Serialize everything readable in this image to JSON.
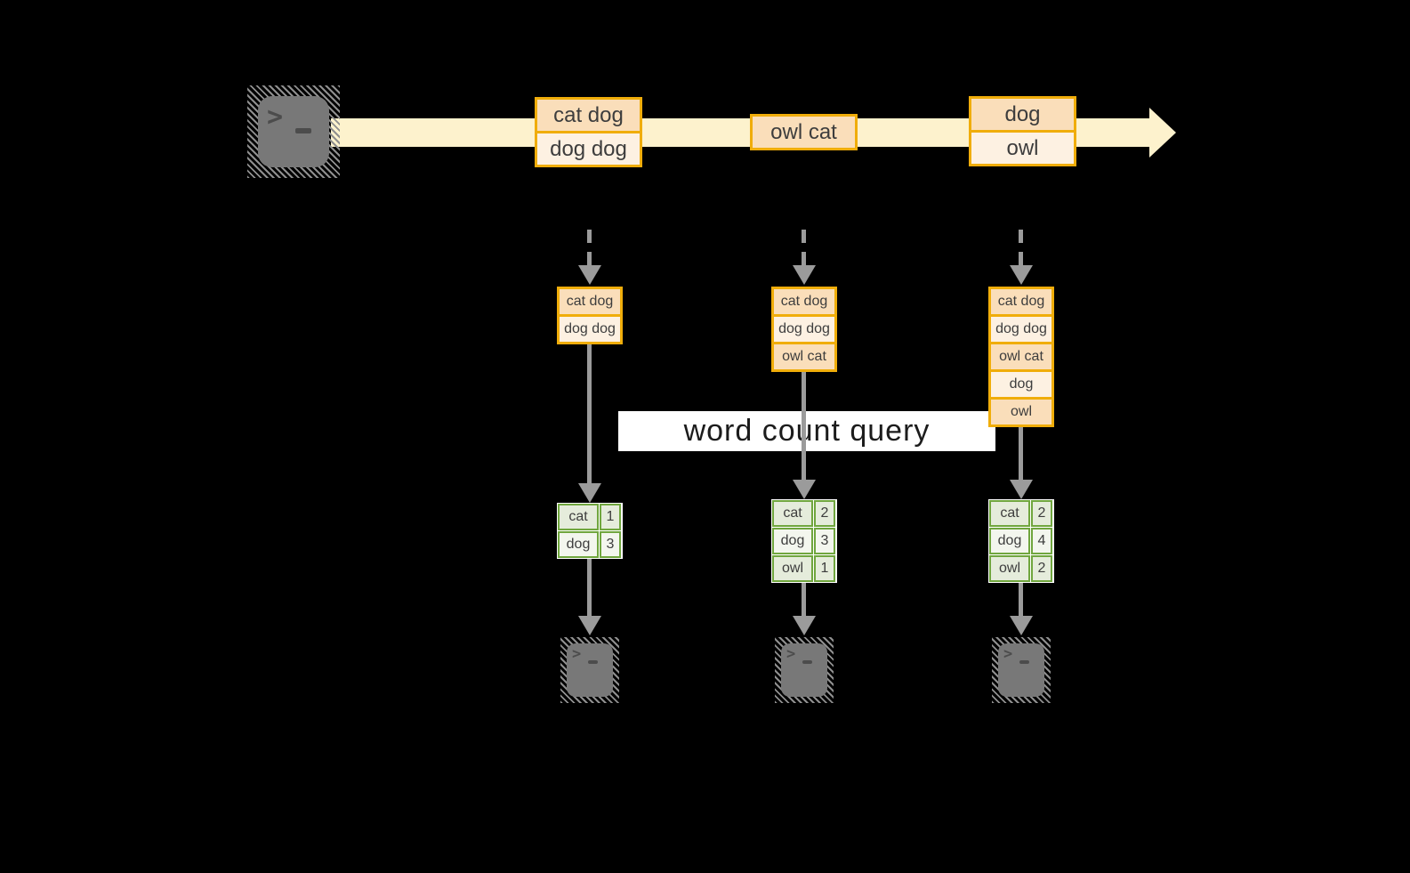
{
  "query_label": "word count query",
  "icons": {
    "terminal_chevron": ">"
  },
  "stream": {
    "groups": [
      {
        "rows": [
          {
            "text": "cat dog"
          },
          {
            "text": "dog dog"
          }
        ]
      },
      {
        "rows": [
          {
            "text": "owl cat"
          }
        ]
      },
      {
        "rows": [
          {
            "text": "dog"
          },
          {
            "text": "owl"
          }
        ]
      }
    ]
  },
  "columns": [
    {
      "buffer": [
        {
          "text": "cat dog"
        },
        {
          "text": "dog dog"
        }
      ],
      "counts": [
        {
          "word": "cat",
          "count": "1"
        },
        {
          "word": "dog",
          "count": "3"
        }
      ]
    },
    {
      "buffer": [
        {
          "text": "cat dog"
        },
        {
          "text": "dog dog"
        },
        {
          "text": "owl cat"
        }
      ],
      "counts": [
        {
          "word": "cat",
          "count": "2"
        },
        {
          "word": "dog",
          "count": "3"
        },
        {
          "word": "owl",
          "count": "1"
        }
      ]
    },
    {
      "buffer": [
        {
          "text": "cat dog"
        },
        {
          "text": "dog dog"
        },
        {
          "text": "owl cat"
        },
        {
          "text": "dog"
        },
        {
          "text": "owl"
        }
      ],
      "counts": [
        {
          "word": "cat",
          "count": "2"
        },
        {
          "word": "dog",
          "count": "4"
        },
        {
          "word": "owl",
          "count": "2"
        }
      ]
    }
  ],
  "colors": {
    "band": "#fdf2cd",
    "amber": "#f0ad0a",
    "peach_dark": "#fadeba",
    "peach_light": "#fdf1e2",
    "green": "#70a63e",
    "green_dark": "#e5ecdb",
    "green_light": "#f3f6ee",
    "gray": "#9b9b9b",
    "ink": "#3d3d3d",
    "query_ink": "#1c1c1c",
    "term_body": "#787878",
    "term_glyph": "#4c4c4c",
    "hatch": "#8f8f8f",
    "bg": "#000000"
  }
}
